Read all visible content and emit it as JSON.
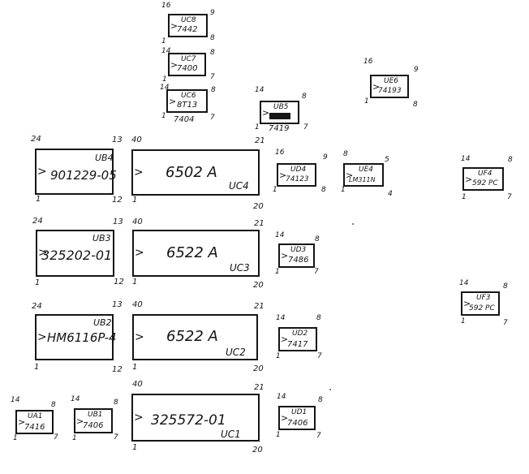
{
  "chips": {
    "uc8": {
      "ref": "UC8",
      "part": "7442",
      "pin_tl": "16",
      "pin_tr": "9",
      "pin_bl": "1",
      "pin_br": "8"
    },
    "uc7": {
      "ref": "UC7",
      "part": "7400",
      "pin_tl": "14",
      "pin_tr": "8",
      "pin_bl": "1",
      "pin_br": "7"
    },
    "uc6": {
      "ref": "UC6",
      "part": "8T13",
      "pin_tl": "14",
      "pin_tr": "8",
      "pin_bl": "1",
      "pin_br": "7",
      "note": "7404"
    },
    "ub5": {
      "ref": "UB5",
      "part": "7419",
      "pin_tl": "14",
      "pin_tr": "8",
      "pin_bl": "1",
      "pin_br": "7"
    },
    "ue6": {
      "ref": "UE6",
      "part": "74193",
      "pin_tl": "16",
      "pin_tr": "9",
      "pin_bl": "1",
      "pin_br": "8"
    },
    "ub4": {
      "ref": "UB4",
      "part": "901229-05",
      "pin_tl": "24",
      "pin_tr": "13",
      "pin_bl": "1",
      "pin_br": "12"
    },
    "uc4": {
      "ref": "UC4",
      "part": "6502 A",
      "pin_tl": "40",
      "pin_tr": "21",
      "pin_bl": "1",
      "pin_br": "20"
    },
    "ud4": {
      "ref": "UD4",
      "part": "74123",
      "pin_tl": "16",
      "pin_tr": "9",
      "pin_bl": "1",
      "pin_br": "8"
    },
    "ue4": {
      "ref": "UE4",
      "part": "LM311N",
      "pin_tl": "8",
      "pin_tr": "5",
      "pin_bl": "1",
      "pin_br": "4"
    },
    "uf4": {
      "ref": "UF4",
      "part": "592 PC",
      "pin_tl": "14",
      "pin_tr": "8",
      "pin_bl": "1",
      "pin_br": "7"
    },
    "ub3": {
      "ref": "UB3",
      "part": "325202-01",
      "pin_tl": "24",
      "pin_tr": "13",
      "pin_bl": "1",
      "pin_br": "12"
    },
    "uc3": {
      "ref": "UC3",
      "part": "6522 A",
      "pin_tl": "40",
      "pin_tr": "21",
      "pin_bl": "1",
      "pin_br": "20"
    },
    "ud3": {
      "ref": "UD3",
      "part": "7486",
      "pin_tl": "14",
      "pin_tr": "8",
      "pin_bl": "1",
      "pin_br": "7"
    },
    "uf3": {
      "ref": "UF3",
      "part": "592 PC",
      "pin_tl": "14",
      "pin_tr": "8",
      "pin_bl": "1",
      "pin_br": "7"
    },
    "ub2": {
      "ref": "UB2",
      "part": "HM6116P-4",
      "pin_tl": "24",
      "pin_tr": "13",
      "pin_bl": "1",
      "pin_br": "12"
    },
    "uc2": {
      "ref": "UC2",
      "part": "6522 A",
      "pin_tl": "40",
      "pin_tr": "21",
      "pin_bl": "1",
      "pin_br": "20"
    },
    "ud2": {
      "ref": "UD2",
      "part": "7417",
      "pin_tl": "14",
      "pin_tr": "8",
      "pin_bl": "1",
      "pin_br": "7"
    },
    "ua1": {
      "ref": "UA1",
      "part": "7416",
      "pin_tl": "14",
      "pin_tr": "8",
      "pin_bl": "1",
      "pin_br": "7"
    },
    "ub1": {
      "ref": "UB1",
      "part": "7406",
      "pin_tl": "14",
      "pin_tr": "8",
      "pin_bl": "1",
      "pin_br": "7"
    },
    "uc1": {
      "ref": "UC1",
      "part": "325572-01",
      "pin_tl": "40",
      "pin_tr": "21",
      "pin_bl": "1",
      "pin_br": "20"
    },
    "ud1": {
      "ref": "UD1",
      "part": "7406",
      "pin_tl": "14",
      "pin_tr": "8",
      "pin_bl": "1",
      "pin_br": "7"
    }
  }
}
